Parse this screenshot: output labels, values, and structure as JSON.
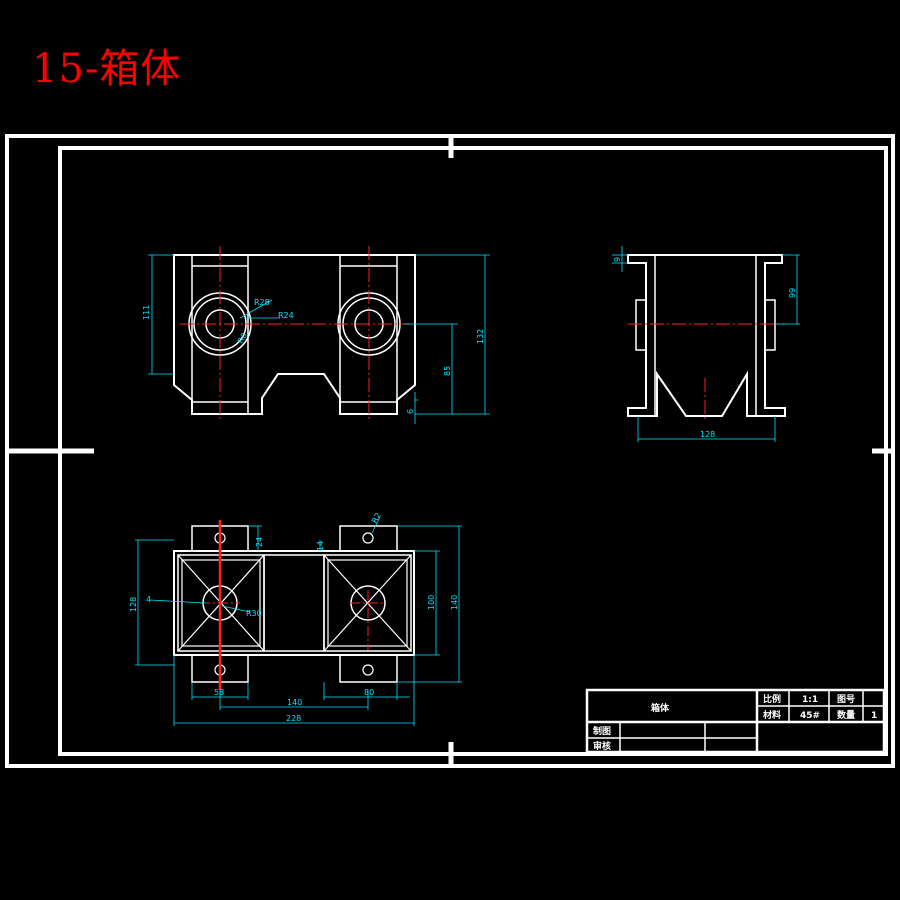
{
  "title": "15-箱体",
  "dimensions": {
    "front_111": "111",
    "front_r28": "R28",
    "front_r24": "R24",
    "front_r0": "R0",
    "front_85": "85",
    "front_132": "132",
    "front_6": "6",
    "side_9": "9",
    "side_99": "99",
    "side_128": "128",
    "top_24": "24",
    "top_14": "14",
    "top_r2": "R2",
    "top_128": "128",
    "top_4": "4",
    "top_r30": "R30",
    "top_100": "100",
    "top_140_v": "140",
    "top_58": "58",
    "top_80": "80",
    "top_140_h": "140",
    "top_228": "228"
  },
  "title_block": {
    "part_name": "箱体",
    "scale_label": "比例",
    "scale_value": "1:1",
    "drawing_no_label": "图号",
    "material_label": "材料",
    "material_value": "45#",
    "quantity_label": "数量",
    "quantity_value": "1",
    "drafted_label": "制图",
    "reviewed_label": "审核"
  }
}
